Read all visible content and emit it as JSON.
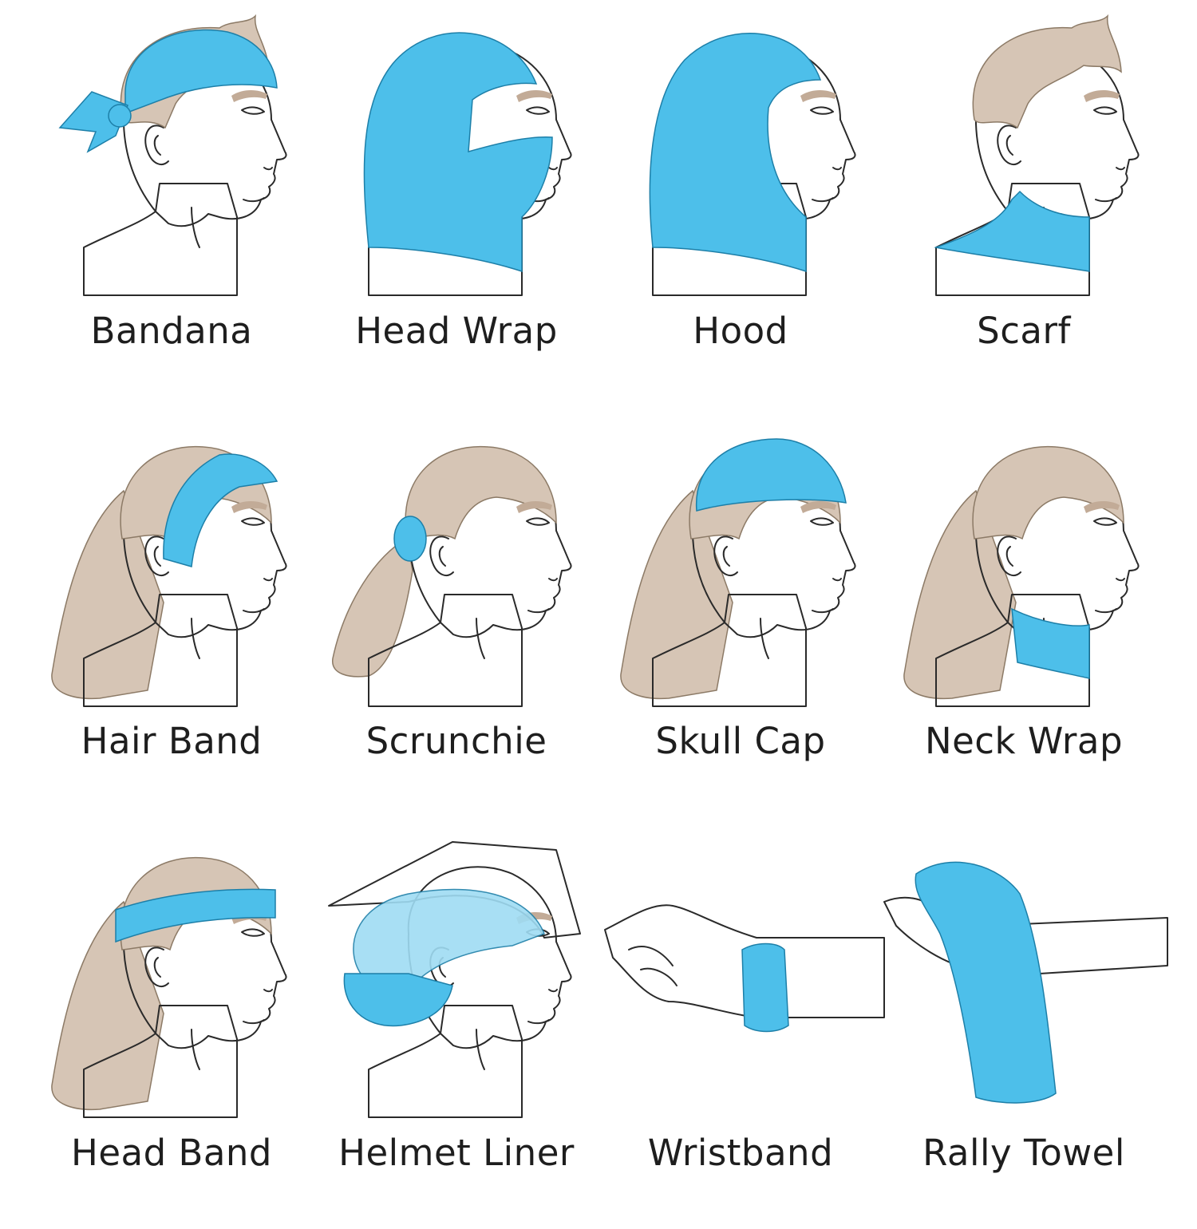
{
  "colors": {
    "fabric": "#4dbfea",
    "fabric_light": "#9fdcf3",
    "hair": "#d6c5b5",
    "brow": "#c2ab97",
    "outline": "#2a2a2a",
    "label": "#1e1e1e",
    "background": "#ffffff"
  },
  "items": [
    {
      "label": "Bandana",
      "illustration": "head-bandana",
      "figure": "male"
    },
    {
      "label": "Head Wrap",
      "illustration": "head-headwrap",
      "figure": "male"
    },
    {
      "label": "Hood",
      "illustration": "head-hood",
      "figure": "male"
    },
    {
      "label": "Scarf",
      "illustration": "head-scarf",
      "figure": "male"
    },
    {
      "label": "Hair Band",
      "illustration": "head-hairband",
      "figure": "female"
    },
    {
      "label": "Scrunchie",
      "illustration": "head-scrunchie",
      "figure": "female"
    },
    {
      "label": "Skull Cap",
      "illustration": "head-skullcap",
      "figure": "female"
    },
    {
      "label": "Neck Wrap",
      "illustration": "head-neckwrap",
      "figure": "female"
    },
    {
      "label": "Head Band",
      "illustration": "head-headband",
      "figure": "female"
    },
    {
      "label": "Helmet Liner",
      "illustration": "head-helmet",
      "figure": "female"
    },
    {
      "label": "Wristband",
      "illustration": "hand-wristband",
      "figure": "hand"
    },
    {
      "label": "Rally Towel",
      "illustration": "hand-towel",
      "figure": "hand"
    }
  ]
}
